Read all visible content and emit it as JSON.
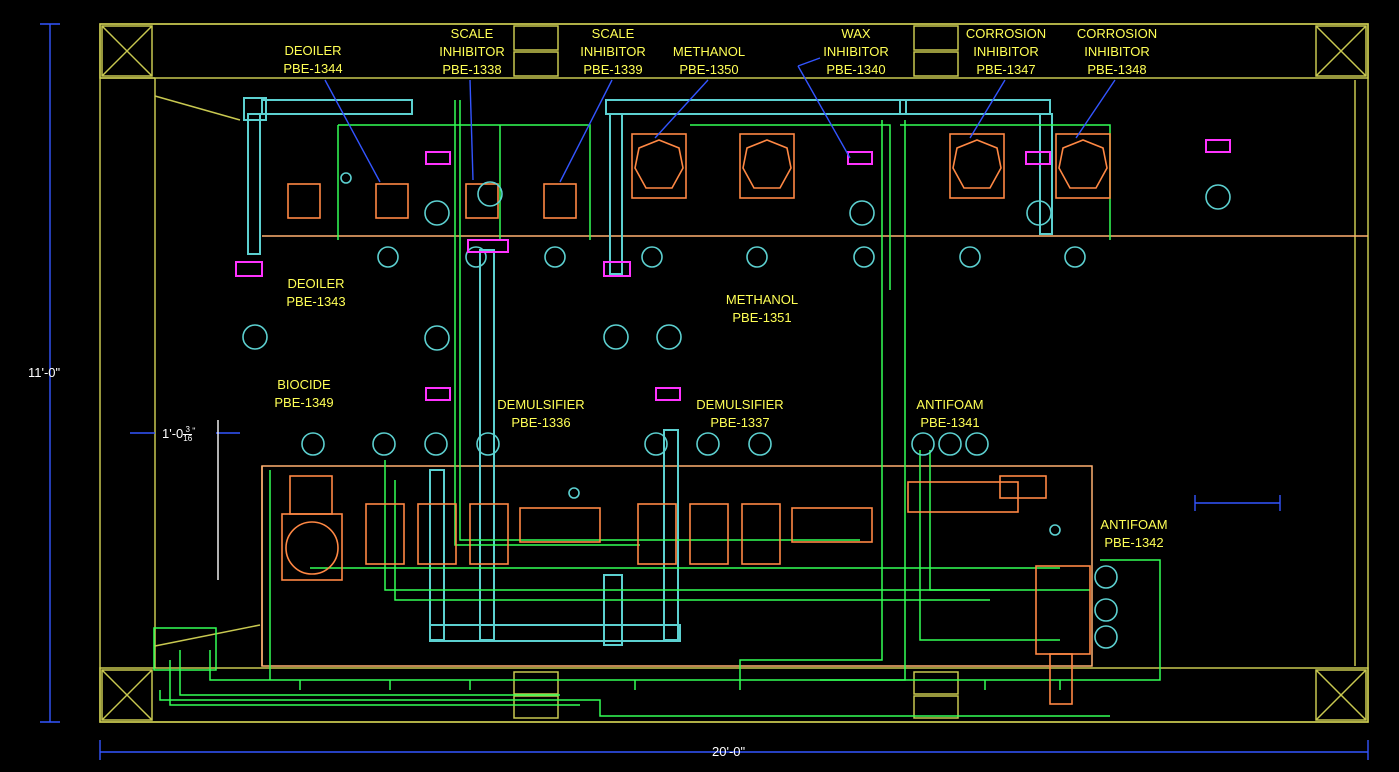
{
  "dimensions": {
    "height": "11'-0\"",
    "width": "20'-0\"",
    "offset": "1'-0",
    "offset_fraction_num": "3",
    "offset_fraction_den": "16",
    "offset_suffix": "\""
  },
  "labels": [
    {
      "id": "deoiler-1344",
      "lines": [
        "DEOILER",
        "PBE-1344"
      ]
    },
    {
      "id": "deoiler-1343",
      "lines": [
        "DEOILER",
        "PBE-1343"
      ]
    },
    {
      "id": "scale-1338",
      "lines": [
        "SCALE",
        "INHIBITOR",
        "PBE-1338"
      ]
    },
    {
      "id": "scale-1339",
      "lines": [
        "SCALE",
        "INHIBITOR",
        "PBE-1339"
      ]
    },
    {
      "id": "methanol-1350",
      "lines": [
        "METHANOL",
        "PBE-1350"
      ]
    },
    {
      "id": "wax-1340",
      "lines": [
        "WAX",
        "INHIBITOR",
        "PBE-1340"
      ]
    },
    {
      "id": "corrosion-1347",
      "lines": [
        "CORROSION",
        "INHIBITOR",
        "PBE-1347"
      ]
    },
    {
      "id": "corrosion-1348",
      "lines": [
        "CORROSION",
        "INHIBITOR",
        "PBE-1348"
      ]
    },
    {
      "id": "methanol-1351",
      "lines": [
        "METHANOL",
        "PBE-1351"
      ]
    },
    {
      "id": "biocide-1349",
      "lines": [
        "BIOCIDE",
        "PBE-1349"
      ]
    },
    {
      "id": "demulsifier-1336",
      "lines": [
        "DEMULSIFIER",
        "PBE-1336"
      ]
    },
    {
      "id": "demulsifier-1337",
      "lines": [
        "DEMULSIFIER",
        "PBE-1337"
      ]
    },
    {
      "id": "antifoam-1341",
      "lines": [
        "ANTIFOAM",
        "PBE-1341"
      ]
    },
    {
      "id": "antifoam-1342",
      "lines": [
        "ANTIFOAM",
        "PBE-1342"
      ]
    }
  ],
  "colors": {
    "frame": "#c8c850",
    "pipe": "#5cd0d0",
    "tube": "#33ff55",
    "pump": "#ff8844",
    "valve": "#ff33ff",
    "label": "#ffff55",
    "dimension": "#3355ff",
    "leader": "#3355ff",
    "skid": "#ffb070",
    "instrument": "#00ffcc"
  }
}
